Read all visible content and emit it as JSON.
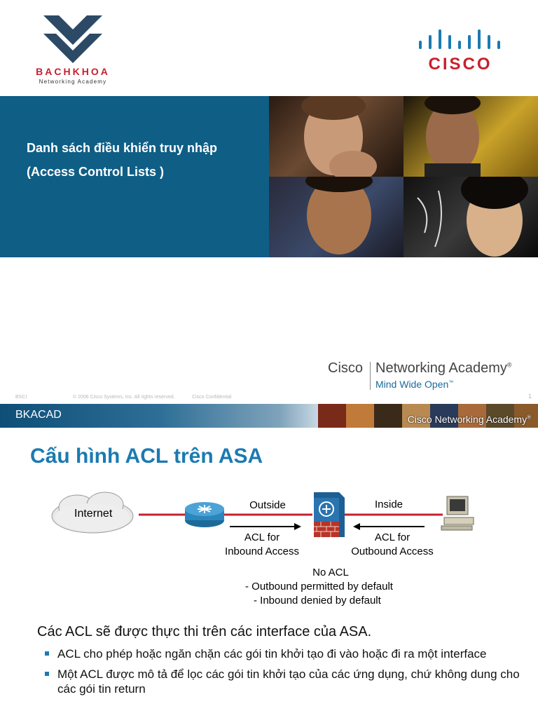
{
  "slide1": {
    "bachkhoa": {
      "name": "BACHKHOA",
      "sub": "Networking Academy"
    },
    "cisco_logo_text": "CISCO",
    "title_line1": "Danh sách điều khiển truy nhập",
    "title_line2": "(Access Control Lists )",
    "cna": {
      "cisco": "Cisco",
      "academy": "Networking Academy",
      "reg": "®",
      "tagline": "Mind Wide Open",
      "tm": "™"
    },
    "footer": {
      "left": "BSCI",
      "copyright": "© 2006 Cisco Systems, Inc. All rights reserved.",
      "confidential": "Cisco Confidential",
      "page": "1"
    }
  },
  "slide2": {
    "band_label": "BKACAD",
    "strip_text": "Cisco Networking Academy",
    "strip_reg": "®",
    "title": "Cấu hình ACL trên ASA",
    "diagram": {
      "internet": "Internet",
      "outside": "Outside",
      "inside": "Inside",
      "acl_inbound_1": "ACL for",
      "acl_inbound_2": "Inbound Access",
      "acl_outbound_1": "ACL for",
      "acl_outbound_2": "Outbound Access",
      "no_acl": "No ACL",
      "no_acl_1": "- Outbound permitted by default",
      "no_acl_2": "- Inbound denied by default"
    },
    "main_point": "Các ACL sẽ được thực thi trên các interface của ASA.",
    "bullets": [
      "ACL cho phép hoặc ngăn chặn các gói tin khởi tạo đi vào hoặc đi ra một interface",
      "Một ACL được mô tả để lọc các gói tin khởi tạo của các ứng dụng, chứ không dung cho các gói tin return"
    ],
    "colors": {
      "accent": "#1b7ab2",
      "banner": "#0f5e86",
      "cisco_red": "#c8202e",
      "link_red": "#c8202e"
    }
  }
}
